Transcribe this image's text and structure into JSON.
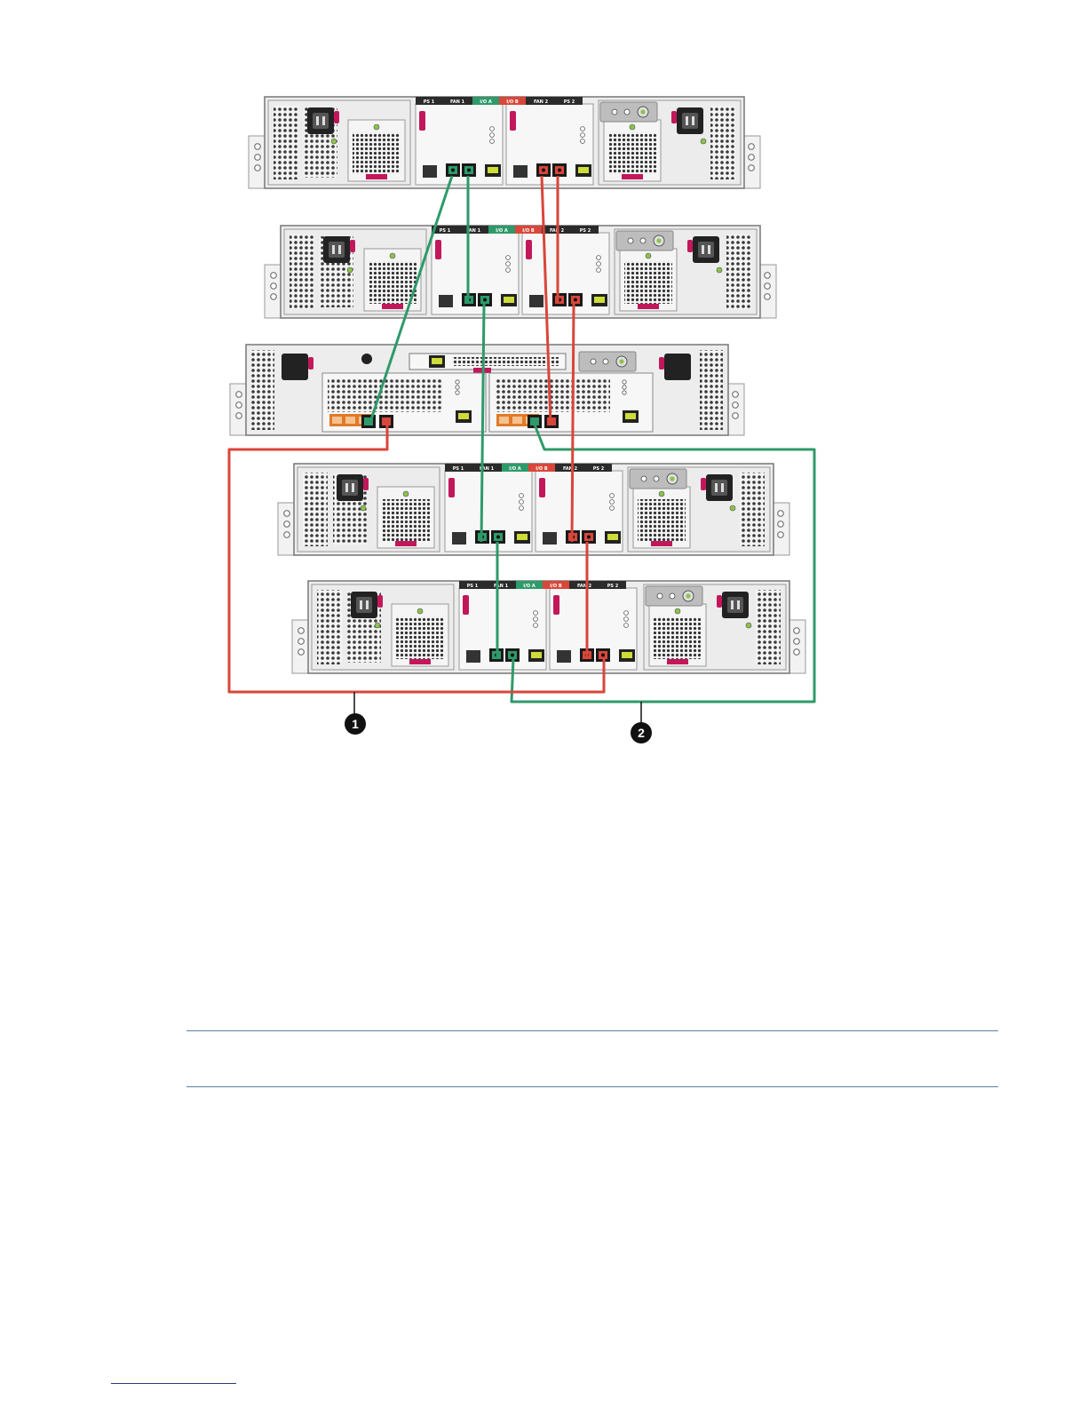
{
  "diagram": {
    "enclosures": [
      {
        "id": "enclosure-1",
        "tabs": [
          "PS 1",
          "FAN 1",
          "I/O A",
          "I/O B",
          "FAN 2",
          "PS 2"
        ]
      },
      {
        "id": "enclosure-2",
        "tabs": [
          "PS 1",
          "FAN 1",
          "I/O A",
          "I/O B",
          "FAN 2",
          "PS 2"
        ]
      },
      {
        "id": "controller-enclosure",
        "tabs": []
      },
      {
        "id": "enclosure-3",
        "tabs": [
          "PS 1",
          "FAN 1",
          "I/O A",
          "I/O B",
          "FAN 2",
          "PS 2"
        ]
      },
      {
        "id": "enclosure-4",
        "tabs": [
          "PS 1",
          "FAN 1",
          "I/O A",
          "I/O B",
          "FAN 2",
          "PS 2"
        ]
      }
    ],
    "cable_colors": {
      "io_a": "#2e9a6a",
      "io_b": "#d9463a"
    },
    "callouts": [
      {
        "number": "1"
      },
      {
        "number": "2"
      }
    ]
  }
}
